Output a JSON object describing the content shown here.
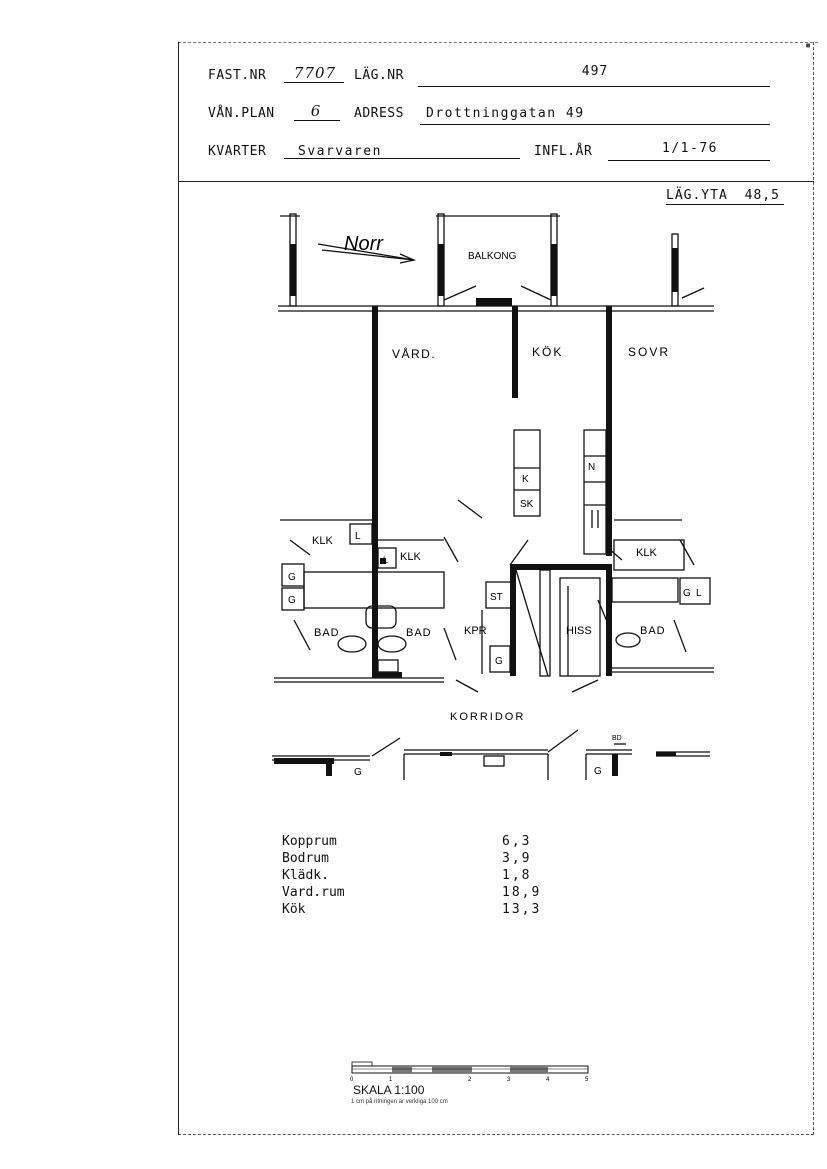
{
  "header": {
    "fast_nr_label": "FAST.NR",
    "fast_nr_value": "7707",
    "lag_nr_label": "LÄG.NR",
    "lag_nr_value": "497",
    "van_plan_label": "VÅN.PLAN",
    "van_plan_value": "6",
    "adress_label": "ADRESS",
    "adress_value": "Drottninggatan 49",
    "kvarter_label": "KVARTER",
    "kvarter_value": "Svarvaren",
    "infl_ar_label": "INFL.ÅR",
    "infl_ar_value": "1/1-76"
  },
  "area": {
    "label": "LÄG.YTA",
    "value": "48,5"
  },
  "plan": {
    "north": "Norr",
    "balkong": "BALKONG",
    "vard": "VÅRD.",
    "kok": "KÖK",
    "sovr": "SOVR",
    "klk": "KLK",
    "bad": "BAD",
    "kpr": "KPR",
    "hiss": "HISS",
    "korridor": "KORRIDOR",
    "st": "ST",
    "k": "K",
    "sk": "SK",
    "g": "G",
    "l": "L",
    "n": "N",
    "bd": "BD"
  },
  "rooms": [
    {
      "name": "Kopprum",
      "value": "6,3"
    },
    {
      "name": "Bodrum",
      "value": "3,9"
    },
    {
      "name": "Klädk.",
      "value": "1,8"
    },
    {
      "name": "Vard.rum",
      "value": "18,9"
    },
    {
      "name": "Kök",
      "value": "13,3"
    }
  ],
  "scale": {
    "label": "SKALA 1:100",
    "note": "1 cm på ritningen är verkliga 100 cm",
    "ticks": [
      "0",
      "1",
      "2",
      "3",
      "4",
      "5"
    ]
  }
}
